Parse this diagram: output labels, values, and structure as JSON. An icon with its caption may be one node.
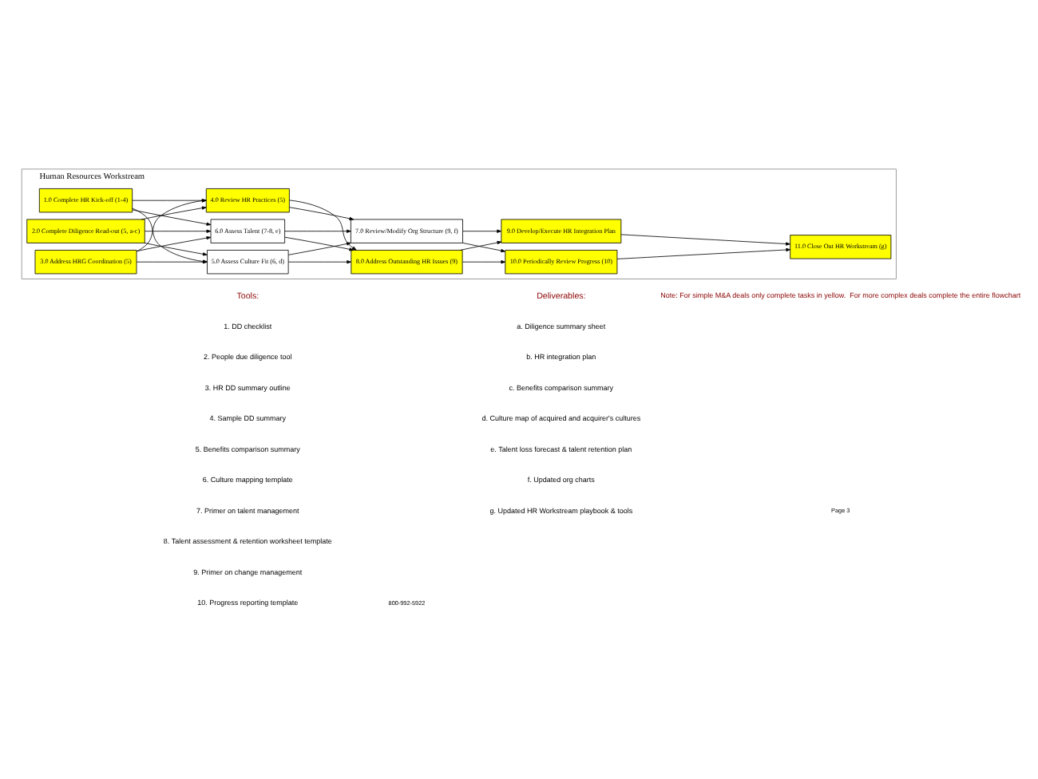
{
  "diagram": {
    "nodes": [
      {
        "text": [
          "Human Resources Workstream"
        ]
      },
      {
        "text": [
          "1.0 Complete HR Kick-off (1-4)"
        ],
        "in": 0
      },
      {
        "text": [
          "2.0 Complete Diligence Read-out (5, a-c)"
        ],
        "in": 0
      },
      {
        "text": [
          "3.0 Address HRG Coordination (5)"
        ],
        "in": 0
      },
      {
        "text": [
          "4.0 Review HR Practices (5)"
        ],
        "in": 0
      },
      {
        "text": [
          "5.0 Assess Culture Fit (6, d)"
        ],
        "in": 0
      },
      {
        "text": [
          "6.0 Assess Talent (7-8, e)"
        ],
        "in": 0
      },
      {
        "text": [
          "7.0 Review/Modify Org Structure (9, f)"
        ],
        "in": 0
      },
      {
        "text": [
          "8.0 Address Outstanding HR Issues (9)"
        ],
        "in": 0
      },
      {
        "text": [
          "9.0 Develop/Execute HR Integration Plan"
        ],
        "in": 0
      },
      {
        "text": [
          "10.0 Periodically Review Progress (10)"
        ],
        "in": 0
      },
      {
        "text": [
          "11.0 Close Out HR Workstream (g)"
        ],
        "in": 0
      }
    ],
    "edges": [
      {
        "from": 1,
        "to": 4,
        "arrow": "to"
      },
      {
        "from": 1,
        "to": 5,
        "arrow": "to"
      },
      {
        "from": 1,
        "to": 6,
        "arrow": "to"
      },
      {
        "from": 2,
        "to": 4,
        "arrow": "to"
      },
      {
        "from": 2,
        "to": 5,
        "arrow": "to"
      },
      {
        "from": 2,
        "to": 6,
        "arrow": "to"
      },
      {
        "from": 3,
        "to": 4,
        "arrow": "to"
      },
      {
        "from": 3,
        "to": 5,
        "arrow": "to"
      },
      {
        "from": 3,
        "to": 6,
        "arrow": "to"
      },
      {
        "from": 4,
        "to": 7,
        "arrow": "to"
      },
      {
        "from": 4,
        "to": 8,
        "arrow": "to"
      },
      {
        "from": 5,
        "to": 7,
        "arrow": "to"
      },
      {
        "from": 5,
        "to": 8,
        "arrow": "to"
      },
      {
        "from": 6,
        "to": 7,
        "arrow": "to"
      },
      {
        "from": 6,
        "to": 8,
        "arrow": "to"
      },
      {
        "from": 7,
        "to": 9,
        "arrow": "to"
      },
      {
        "from": 7,
        "to": 10,
        "arrow": "to"
      },
      {
        "from": 8,
        "to": 9,
        "arrow": "to"
      },
      {
        "from": 8,
        "to": 10,
        "arrow": "to"
      },
      {
        "from": 9,
        "to": 11,
        "arrow": "to"
      },
      {
        "from": 10,
        "to": 11,
        "arrow": "to"
      }
    ],
    "labels": [
      "Note: For simple M&A deals only complete tasks in yellow.  For more complex deals complete the entire flowchart",
      "Tools:",
      "1. DD checklist",
      "2. People due diligence tool",
      "3. HR DD summary outline",
      "4. Sample DD summary",
      "5. Benefits comparison summary",
      "6. Culture mapping template",
      "7. Primer on talent management",
      "8. Talent assessment & retention worksheet template",
      "9. Primer on change management",
      "10. Progress reporting template",
      "Deliverables:",
      "a. Diligence summary sheet",
      "b. HR integration plan",
      "c. Benefits comparison summary",
      "d. Culture map of acquired and acquirer's cultures",
      "e. Talent loss forecast & talent retention plan",
      "f. Updated org charts",
      "g. Updated HR Workstream playbook & tools",
      "800-992-5922",
      "Page 3"
    ]
  }
}
